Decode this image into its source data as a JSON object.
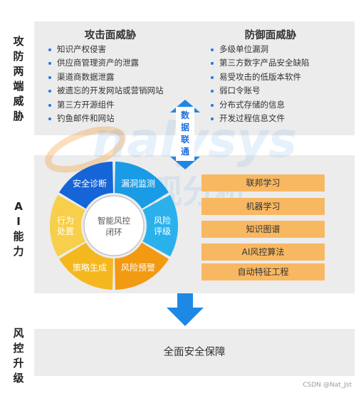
{
  "sections": {
    "threats": "攻防两端威胁",
    "ai": "AI能力",
    "upgrade": "风控升级"
  },
  "attack": {
    "title": "攻击面威胁",
    "items": [
      "知识产权侵害",
      "供应商管理资产的泄露",
      "渠道商数据泄露",
      "被遗忘的开发网站或营销网站",
      "第三方开源组件",
      "钓鱼邮件和网站"
    ]
  },
  "defense": {
    "title": "防御面威胁",
    "items": [
      "多级单位漏洞",
      "第三方数字产品安全缺陷",
      "易受攻击的低版本软件",
      "弱口令账号",
      "分布式存储的信息",
      "开发过程信息文件"
    ]
  },
  "data_link": "数据联通",
  "cycle": {
    "center": "智能风控闭环",
    "segments": [
      {
        "label": "安全诊断",
        "color": "#1565d8"
      },
      {
        "label": "漏洞监测",
        "color": "#1a9be6"
      },
      {
        "label": "风险评级",
        "color": "#2ab1ec"
      },
      {
        "label": "风险预警",
        "color": "#f29a12"
      },
      {
        "label": "策略生成",
        "color": "#f4b81e"
      },
      {
        "label": "行为处置",
        "color": "#f8cf4a"
      }
    ]
  },
  "capabilities": [
    "联邦学习",
    "机器学习",
    "知识图谱",
    "AI风控算法",
    "自动特征工程"
  ],
  "result": "全面安全保障",
  "watermark_logo": "Nalysys 观析",
  "credit": "CSDN @Nat_Jst",
  "colors": {
    "panel": "#ececec",
    "accent_blue": "#1e88e5",
    "orange_box": "#f8b862",
    "bullet": "#1f7ae0"
  }
}
